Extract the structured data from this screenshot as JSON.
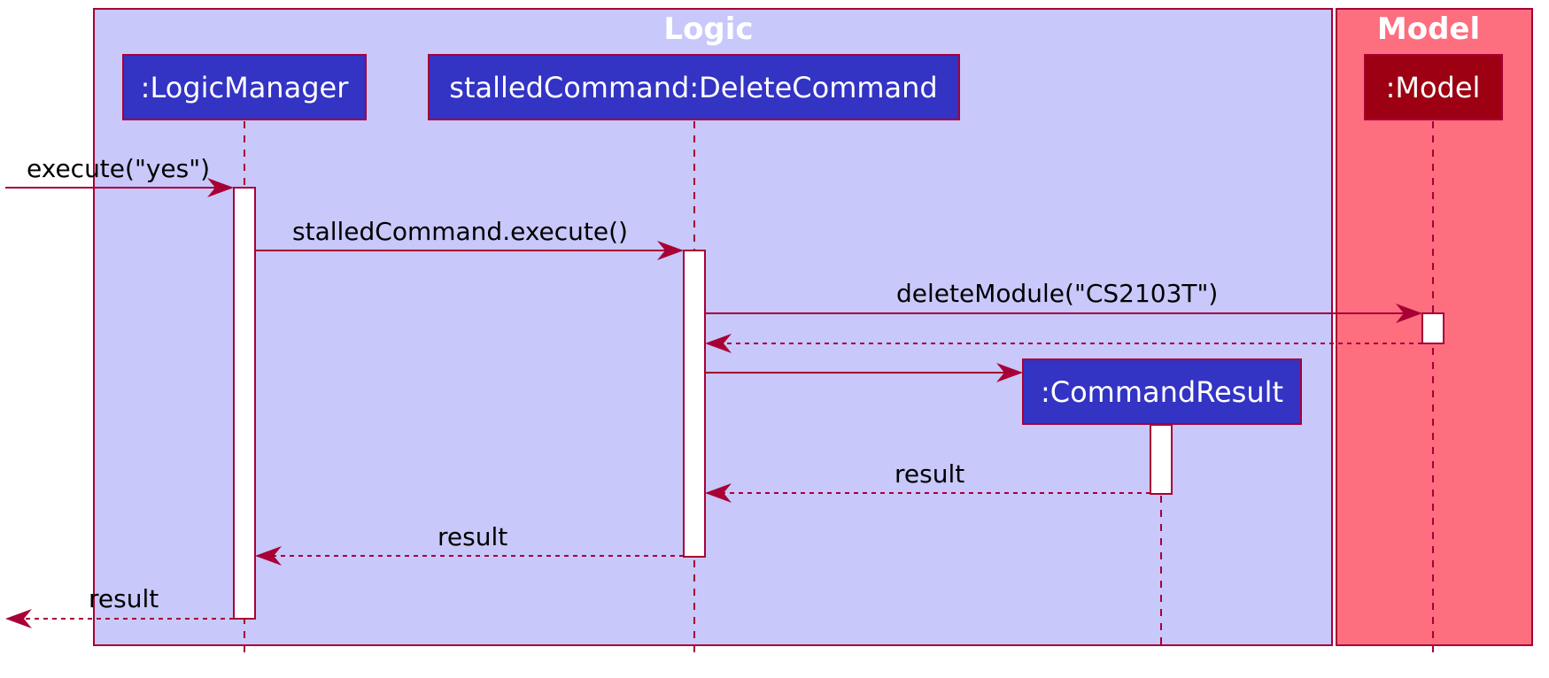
{
  "colors": {
    "logic_box_fill": "#c8c8fa",
    "model_box_fill": "#fd6e7e",
    "border": "#a80036",
    "logic_participant_fill": "#3333c4",
    "model_participant_fill": "#9d0012",
    "activation_fill": "#ffffff",
    "text_dark": "#000000",
    "text_light": "#ffffff"
  },
  "boxes": {
    "logic": {
      "title": "Logic"
    },
    "model": {
      "title": "Model"
    }
  },
  "participants": {
    "logic_manager": ":LogicManager",
    "delete_command": "stalledCommand:DeleteCommand",
    "command_result": ":CommandResult",
    "model": ":Model"
  },
  "messages": {
    "m1": "execute(\"yes\")",
    "m2": "stalledCommand.execute()",
    "m3": "deleteModule(\"CS2103T\")",
    "m4": "result",
    "m5": "result",
    "m6": "result"
  }
}
